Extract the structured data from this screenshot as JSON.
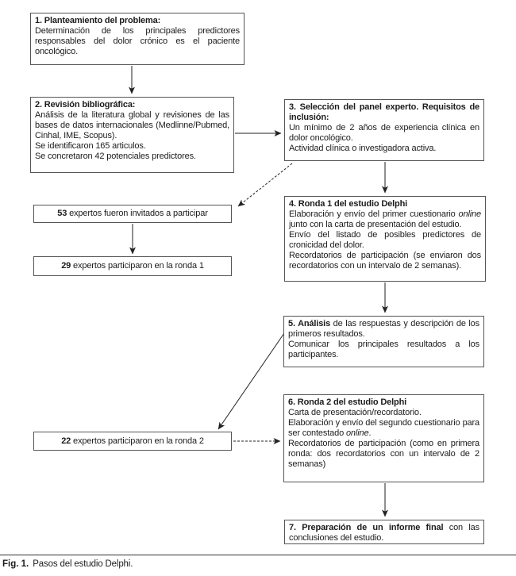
{
  "caption": {
    "label": "Fig. 1.",
    "text": "Pasos del estudio Delphi."
  },
  "boxes": {
    "box1": {
      "title": "1. Planteamiento del problema:",
      "body": "Determinación de los principales predictores responsables del dolor crónico es el paciente oncológico."
    },
    "box2": {
      "title": "2. Revisión bibliográfica:",
      "p1": "Análisis de la literatura global y revisiones de las bases de datos internacionales (Medlinne/Pubmed, Cinhal, IME, Scopus).",
      "p2": "Se identificaron 165 articulos.",
      "p3": "Se concretaron 42 potenciales predictores."
    },
    "box3": {
      "title": "3. Selección del panel experto. Requisitos de inclusión:",
      "p1": "Un mínimo de 2 años de experiencia clínica en dolor oncológico.",
      "p2": "Actividad clínica o investigadora activa."
    },
    "box53": {
      "number": "53",
      "text": " expertos fueron invitados a participar"
    },
    "box29": {
      "number": "29",
      "text": " expertos participaron en la ronda 1"
    },
    "box4": {
      "title": "4. Ronda 1 del estudio Delphi",
      "p1_pre": "Elaboración y envío del primer cuestionario ",
      "p1_italic": "online",
      "p1_post": " junto con la carta de presentación del estudio.",
      "p2": "Envío del listado de posibles predictores de cronicidad del dolor.",
      "p3": "Recordatorios de participación (se enviaron dos recordatorios con un intervalo de 2 semanas)."
    },
    "box5": {
      "title_bold": "5. Análisis",
      "title_rest": " de las respuestas y descripción de los primeros resultados.",
      "p2": "Comunicar los principales resultados a los participantes."
    },
    "box22": {
      "number": "22",
      "text": " expertos participaron en la ronda 2"
    },
    "box6": {
      "title": "6. Ronda 2 del estudio Delphi",
      "p1": "Carta de presentación/recordatorio.",
      "p2_pre": "Elaboración y envío del segundo cuestionario para ser contestado ",
      "p2_italic": "online",
      "p2_post": ".",
      "p3": "Recordatorios de participación (como en primera ronda: dos recordatorios con un intervalo de 2 semanas)"
    },
    "box7": {
      "title_bold": "7. Preparación de un informe final",
      "title_rest": " con las conclusiones del estudio."
    }
  },
  "colors": {
    "background": "#ffffff",
    "box_border": "#555555",
    "text": "#1c1c1c",
    "line": "#222222"
  }
}
